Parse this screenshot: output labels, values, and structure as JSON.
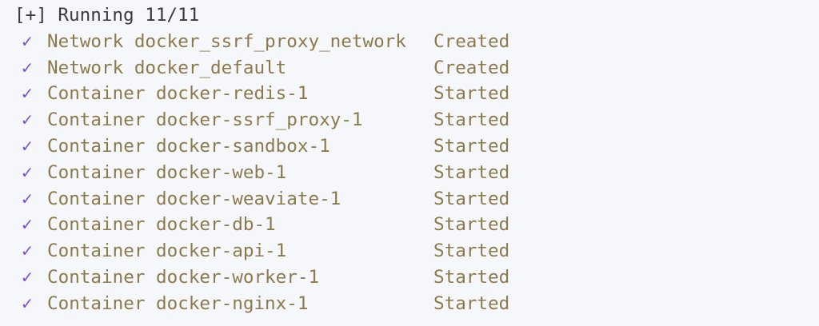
{
  "header": "[+] Running 11/11",
  "check_icon": "✓",
  "colors": {
    "check": "#7b4fd6",
    "text": "#8b7a4c",
    "header": "#383a42",
    "background": "#f6f7fa"
  },
  "items": [
    {
      "name": "Network docker_ssrf_proxy_network",
      "status": "Created"
    },
    {
      "name": "Network docker_default",
      "status": "Created"
    },
    {
      "name": "Container docker-redis-1",
      "status": "Started"
    },
    {
      "name": "Container docker-ssrf_proxy-1",
      "status": "Started"
    },
    {
      "name": "Container docker-sandbox-1",
      "status": "Started"
    },
    {
      "name": "Container docker-web-1",
      "status": "Started"
    },
    {
      "name": "Container docker-weaviate-1",
      "status": "Started"
    },
    {
      "name": "Container docker-db-1",
      "status": "Started"
    },
    {
      "name": "Container docker-api-1",
      "status": "Started"
    },
    {
      "name": "Container docker-worker-1",
      "status": "Started"
    },
    {
      "name": "Container docker-nginx-1",
      "status": "Started"
    }
  ]
}
